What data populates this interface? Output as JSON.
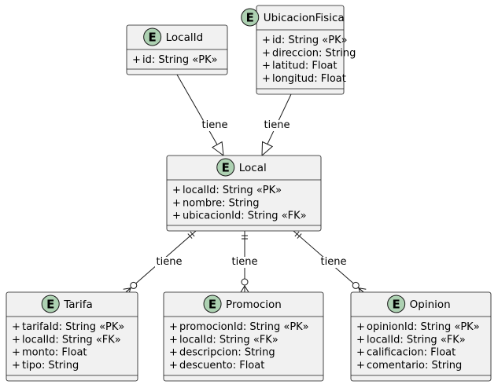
{
  "colors": {
    "entity_fill": "#f1f1f1",
    "entity_border": "#181818",
    "badge_fill": "#add1b2",
    "line": "#181818",
    "text": "#000000"
  },
  "entities": [
    {
      "id": "localid",
      "badge": "E",
      "name": "LocalId",
      "attributes": [
        "id: String «PK»"
      ]
    },
    {
      "id": "ubicacionfisica",
      "badge": "E",
      "name": "UbicacionFisica",
      "attributes": [
        "id: String «PK»",
        "direccion: String",
        "latitud: Float",
        "longitud: Float"
      ]
    },
    {
      "id": "local",
      "badge": "E",
      "name": "Local",
      "attributes": [
        "localId: String «PK»",
        "nombre: String",
        "ubicacionId: String «FK»"
      ]
    },
    {
      "id": "tarifa",
      "badge": "E",
      "name": "Tarifa",
      "attributes": [
        "tarifaId: String «PK»",
        "localId: String «FK»",
        "monto: Float",
        "tipo: String"
      ]
    },
    {
      "id": "promocion",
      "badge": "E",
      "name": "Promocion",
      "attributes": [
        "promocionId: String «PK»",
        "localId: String «FK»",
        "descripcion: String",
        "descuento: Float"
      ]
    },
    {
      "id": "opinion",
      "badge": "E",
      "name": "Opinion",
      "attributes": [
        "opinionId: String «PK»",
        "localId: String «FK»",
        "calificacion: Float",
        "comentario: String"
      ]
    }
  ],
  "relations": [
    {
      "from": "localid",
      "to": "local",
      "type": "generalization",
      "label": "tiene"
    },
    {
      "from": "ubicacionfisica",
      "to": "local",
      "type": "generalization",
      "label": "tiene"
    },
    {
      "from": "local",
      "to": "tarifa",
      "type": "one-to-many",
      "label": "tiene"
    },
    {
      "from": "local",
      "to": "promocion",
      "type": "one-to-many",
      "label": "tiene"
    },
    {
      "from": "local",
      "to": "opinion",
      "type": "one-to-many",
      "label": "tiene"
    }
  ]
}
